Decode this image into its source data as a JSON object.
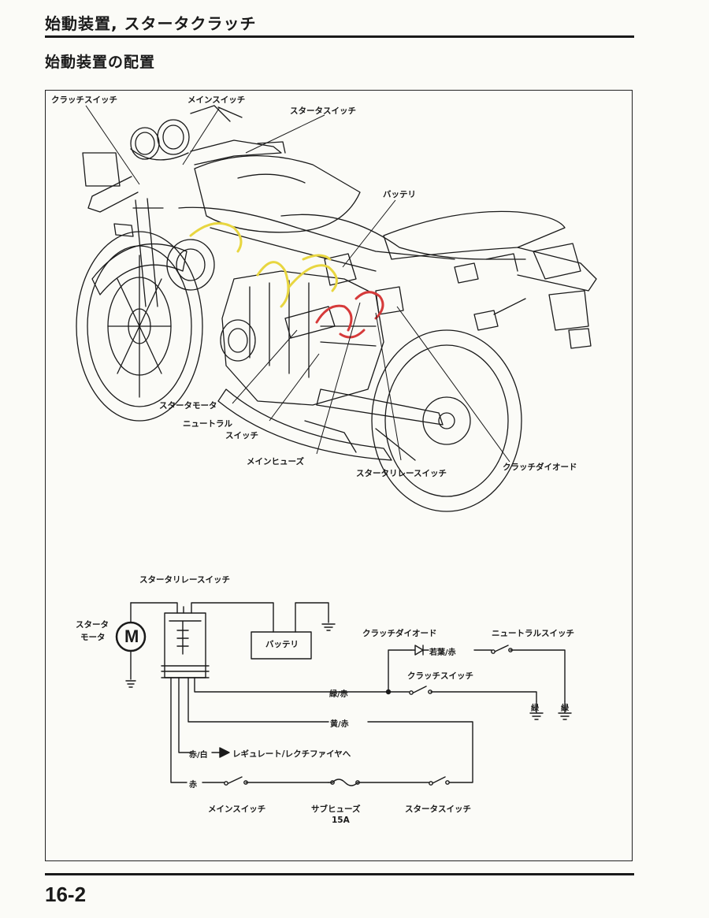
{
  "header": {
    "chapter_title": "始動装置, スタータクラッチ",
    "section_title": "始動装置の配置"
  },
  "illustration": {
    "labels": {
      "clutch_switch": "クラッチスイッチ",
      "main_switch": "メインスイッチ",
      "starter_switch": "スタータスイッチ",
      "battery": "バッテリ",
      "starter_motor": "スタータモータ",
      "neutral_switch_line1": "ニュートラル",
      "neutral_switch_line2": "スイッチ",
      "main_fuse": "メインヒューズ",
      "starter_relay_switch": "スタータリレースイッチ",
      "clutch_diode": "クラッチダイオード"
    }
  },
  "circuit": {
    "labels": {
      "starter_relay_switch": "スタータリレースイッチ",
      "starter_motor_line1": "スタータ",
      "starter_motor_line2": "モータ",
      "motor_symbol": "M",
      "battery": "バッテリ",
      "clutch_diode": "クラッチダイオード",
      "neutral_switch": "ニュートラルスイッチ",
      "clutch_switch": "クラッチスイッチ",
      "wire_light_green_red": "若葉/赤",
      "wire_green_red": "緑/赤",
      "wire_yellow_red": "黄/赤",
      "wire_red_white": "赤/白",
      "to_regulator": "レギュレート/レクチファイヤへ",
      "wire_red": "赤",
      "ground_green_1": "緑",
      "ground_green_2": "緑",
      "main_switch": "メインスイッチ",
      "sub_fuse": "サブヒューズ",
      "sub_fuse_rating": "15A",
      "starter_switch": "スタータスイッチ"
    }
  },
  "footer": {
    "page_number": "16-2"
  },
  "colors": {
    "ink": "#1a1a1a",
    "wire_yellow": "#e8d640",
    "wire_red": "#d63a3a",
    "paper": "#fbfbf7"
  }
}
